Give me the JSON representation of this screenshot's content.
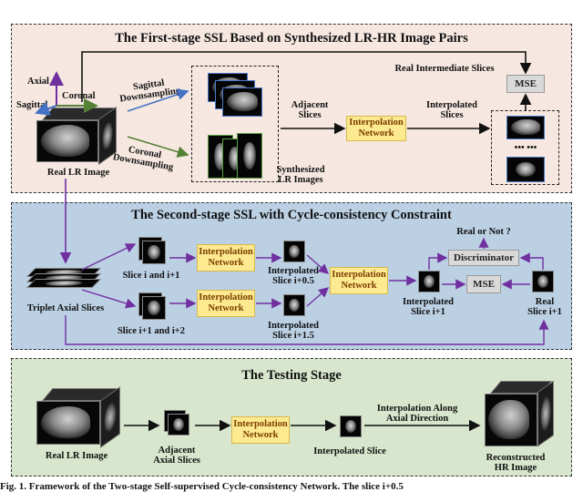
{
  "stage1": {
    "title": "The First-stage SSL Based on Synthesized LR-HR Image Pairs",
    "axis_axial": "Axial",
    "axis_sagittal": "Sagittal",
    "axis_coronal": "Coronal",
    "sagittal_downsampling": [
      "Sagittal",
      "Downsampling"
    ],
    "coronal_downsampling": [
      "Coronal",
      "Downsampling"
    ],
    "real_lr_image": "Real LR Image",
    "synthesized": [
      "Synthesized",
      "LR Images"
    ],
    "adjacent_slices": [
      "Adjacent",
      "Slices"
    ],
    "network": [
      "Interpolation",
      "Network"
    ],
    "interpolated_slices": [
      "Interpolated",
      "Slices"
    ],
    "real_intermediate_slices": "Real Intermediate Slices",
    "mse": "MSE",
    "dots": "••• •••"
  },
  "stage2": {
    "title": "The Second-stage  SSL with Cycle-consistency Constraint",
    "triplet": "Triplet Axial Slices",
    "slice_i": "Slice i and i+1",
    "slice_i1": "Slice i+1 and i+2",
    "network": [
      "Interpolation",
      "Network"
    ],
    "interp_05": [
      "Interpolated",
      "Slice i+0.5"
    ],
    "interp_15": [
      "Interpolated",
      "Slice i+1.5"
    ],
    "interp_i1": [
      "Interpolated",
      "Slice i+1"
    ],
    "real_i1": [
      "Real",
      "Slice i+1"
    ],
    "real_or_not": "Real or Not ?",
    "discriminator": "Discriminator",
    "mse": "MSE"
  },
  "stage3": {
    "title": "The Testing Stage",
    "real_lr_image": "Real LR Image",
    "adjacent": [
      "Adjacent",
      "Axial Slices"
    ],
    "network": [
      "Interpolation",
      "Network"
    ],
    "interpolated_slice": "Interpolated Slice",
    "interp_along": [
      "Interpolation Along",
      "Axial Direction"
    ],
    "reconstructed": [
      "Reconstructed",
      "HR Image"
    ]
  },
  "caption": "Fig. 1. Framework of the Two-stage Self-supervised Cycle-consistency Network. The slice i+0.5",
  "colors": {
    "stage1_bg": "#f6e8e1",
    "stage2_bg": "#bcd0e4",
    "stage3_bg": "#d7e6cc",
    "network_fill": "#fde98f",
    "arrow_purple": "#7030a0",
    "axis_blue": "#4472c4",
    "axis_green": "#548235"
  }
}
